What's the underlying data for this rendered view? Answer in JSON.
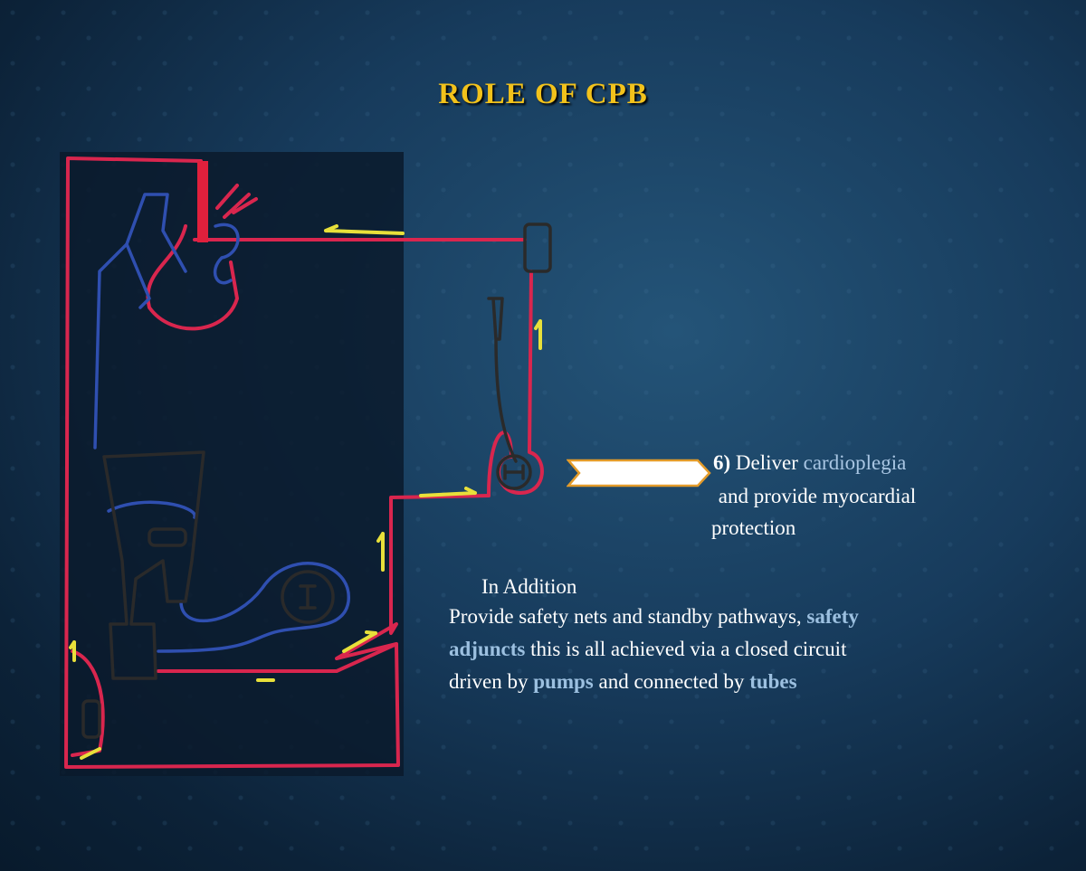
{
  "title": "ROLE OF CPB",
  "item6": {
    "number": "6)",
    "word1": "Deliver",
    "highlight": "cardioplegia",
    "line2": " and provide myocardial",
    "line3": "protection"
  },
  "addition": {
    "heading": "In Addition",
    "p1": "Provide safety nets and standby pathways, ",
    "h1": "safety",
    "h1b": "adjuncts",
    "p2": " this is all achieved via a closed circuit",
    "p3": "driven by ",
    "h2": "pumps",
    "p4": " and connected by ",
    "h3": "tubes"
  },
  "colors": {
    "title": "#f2c21b",
    "highlight": "#a9c6e3",
    "arterial": "#d9264e",
    "venous": "#2f4fb0",
    "flow_arrow": "#e8e03a"
  }
}
